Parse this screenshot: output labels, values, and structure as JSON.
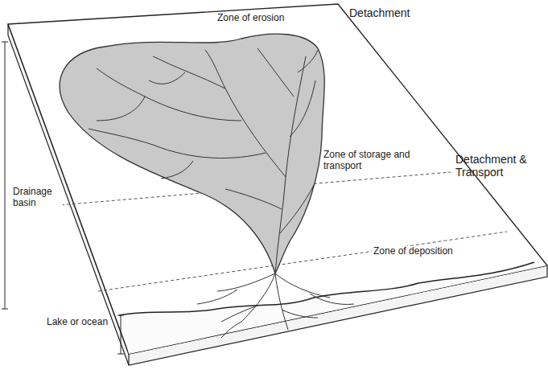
{
  "diagram": {
    "labels": [
      "Detachment",
      "Zone of erosion",
      "Detachment & Transport",
      "Zone of storage and transport",
      "Zone of deposition",
      "Drainage basin",
      "Lake or ocean"
    ]
  }
}
